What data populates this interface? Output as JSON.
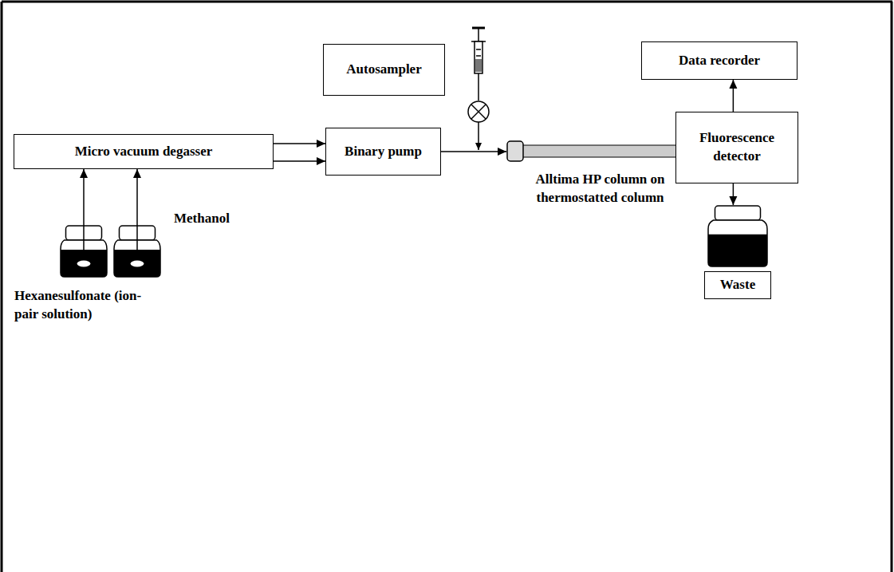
{
  "diagram": {
    "nodes": [
      {
        "text": [
          "Autosampler"
        ]
      },
      {
        "text": [
          "Data recorder"
        ]
      },
      {
        "text": [
          "Micro vacuum degasser"
        ]
      },
      {
        "text": [
          "Binary pump"
        ]
      },
      {
        "text": [
          "Alltima HP column on thermostatted column"
        ]
      },
      {
        "text": [
          "Fluorescence detector"
        ]
      },
      {
        "text": [
          "Hexanesulfonate (ion-pair solution)"
        ]
      },
      {
        "text": [
          "Methanol"
        ]
      },
      {
        "text": [
          "Waste"
        ]
      }
    ],
    "edges": [
      {
        "from": 6,
        "to": 2,
        "arrow": "to"
      },
      {
        "from": 7,
        "to": 2,
        "arrow": "to"
      },
      {
        "from": 2,
        "to": 3,
        "arrow": "to"
      },
      {
        "from": 2,
        "to": 3,
        "arrow": "to"
      },
      {
        "from": 3,
        "to": 4,
        "arrow": "to"
      },
      {
        "from": 4,
        "to": 5,
        "arrow": "to"
      },
      {
        "from": 5,
        "to": 1,
        "arrow": "to"
      },
      {
        "from": 5,
        "to": 8,
        "arrow": "to"
      }
    ]
  }
}
